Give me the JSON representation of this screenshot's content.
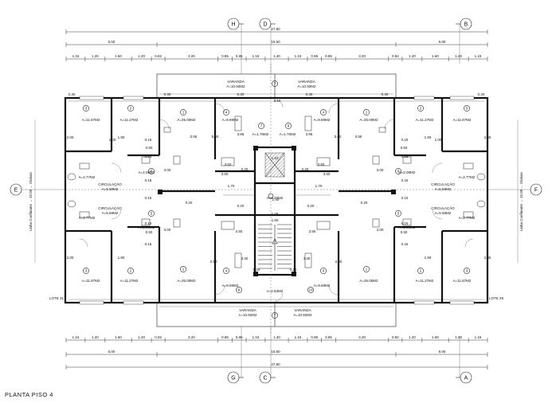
{
  "drawing": {
    "title": "PLANTA  PISO  4",
    "lote_left": "LOTE 31",
    "lote_right": "LOTE 29",
    "property_line_left": "Linha Confinante  →  15.00  ← Divisas",
    "property_line_right": "Linha Confinante  →  15.00  ← Divisas"
  },
  "axes": {
    "top": [
      "H",
      "D",
      "B"
    ],
    "bottom": [
      "G",
      "C",
      "A"
    ],
    "left": "E",
    "right": "F"
  },
  "dimensions": {
    "overall": "27.80",
    "center": "15.60",
    "side_left": "6.00",
    "side_right": "6.00",
    "chain_top": [
      "1.15",
      "1.20",
      "1.60",
      "1.20",
      "0.82",
      "3.20",
      "0.85",
      "0.85",
      "1.15",
      "1.40",
      "1.15",
      "0.85",
      "0.85",
      "3.20",
      "0.82",
      "1.20",
      "1.60",
      "1.20",
      "1.15"
    ],
    "chain_bottom": [
      "1.15",
      "1.20",
      "1.60",
      "1.20",
      "0.82",
      "3.20",
      "0.85",
      "0.85",
      "1.15",
      "1.40",
      "1.15",
      "0.85",
      "0.85",
      "3.20",
      "0.82",
      "1.20",
      "1.60",
      "1.20",
      "1.15"
    ]
  },
  "rooms": {
    "varanda_label": "VARANDA",
    "varanda_tl": "A=10.92M2",
    "varanda_tr": "A=10.92M2",
    "varanda_bl": "A=10.92M2",
    "varanda_br": "A=10.92M2",
    "circ_label": "CIRCULAÇÃO",
    "circ_l1": "A=5.59M2",
    "circ_l2": "A=5.59M2",
    "circ_r1": "A=5.59M2",
    "circ_r2": "A=5.59M2",
    "a_11_87": "A=11.87M2",
    "a_11_27": "A=11.27M2",
    "a_25_00": "A=25.00M2",
    "a_9_69": "A=9.69M2",
    "a_2_77": "A=2.77M2",
    "a_2_09": "A=2.09M2",
    "a_1_76": "A=1.76M2",
    "a_2_53": "A=2.53M2",
    "a_2_20": "A=2.20M2"
  },
  "notes": {
    "d015": "0.15",
    "d020": "0.20",
    "d030": "0.30",
    "d050": "0.50",
    "d055": "0.55",
    "d100": "1.00",
    "d110": "1.10",
    "d120": "1.20",
    "d140": "1.40",
    "d150": "1.50",
    "d170": "1.70",
    "d190": "1.90",
    "d200": "2.00",
    "d205": "2.05",
    "d250": "2.50",
    "d290": "2.90",
    "d300": "3.00",
    "d350": "3.50",
    "d360": "3.60",
    "d385": "3.85",
    "d430": "4.30",
    "d550": "5.50",
    "d610": "6.10"
  },
  "room_numbers": {
    "n1": "1",
    "n2": "2",
    "n3": "3",
    "n4": "4",
    "n5": "5",
    "n6": "6",
    "n7": "7",
    "n8": "8",
    "n9": "9",
    "n10": "10"
  }
}
